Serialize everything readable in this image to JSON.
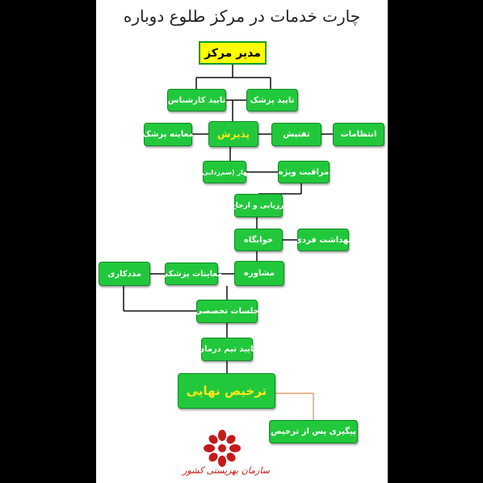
{
  "title": "چارت خدمات در مرکز طلوع دوباره",
  "nodes": {
    "manager": "مدیر مرکز",
    "approve_expert": "تایید کارشناس",
    "approve_doctor": "تایید پزشک",
    "doctor_exam": "معاینه پزشک",
    "admission": "پذیرش",
    "search": "تفتیش",
    "discipline": "انتظامات",
    "bahar": "بهار (سم‌زدایی)",
    "special_care": "مراقبت ویژه",
    "eval_referral": "ارزیابی و ارجاع",
    "dormitory": "خوابگاه",
    "personal_hygiene": "بهداشت فردی",
    "counseling": "مشاوره",
    "medical_exams": "معاینات پزشکی",
    "social_work": "مددکاری",
    "specialized_sessions": "جلسات تخصصی",
    "therapy_team": "تایید تیم درمان",
    "final_discharge": "ترخیص نهایی",
    "followup": "پیگیری پس از ترخیص"
  },
  "logo": {
    "org_text": "سازمان بهزیستی کشور",
    "color": "#c31b1b"
  },
  "colors": {
    "box": "#22c83c",
    "manager_box": "#ffff00",
    "yellow_text": "#ffe81a",
    "line": "#111111",
    "followup_line": "#e8a070"
  }
}
